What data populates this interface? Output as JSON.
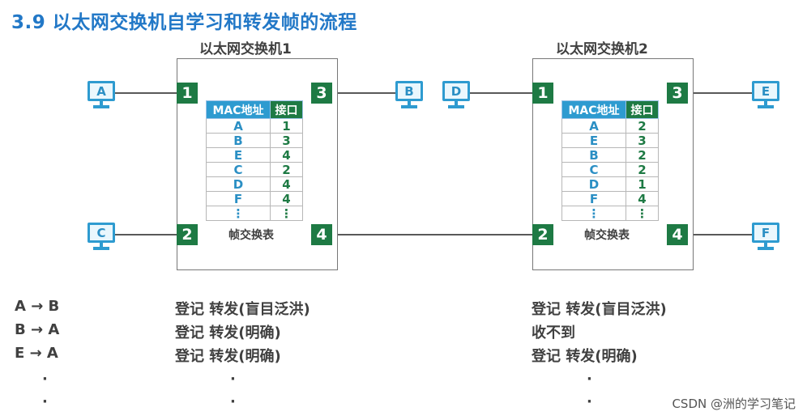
{
  "title": "3.9 以太网交换机自学习和转发帧的流程",
  "switches": [
    {
      "name": "以太网交换机1",
      "ports": [
        "1",
        "2",
        "3",
        "4"
      ],
      "table_headers": [
        "MAC地址",
        "接口"
      ],
      "table_rows": [
        [
          "A",
          "1"
        ],
        [
          "B",
          "3"
        ],
        [
          "E",
          "4"
        ],
        [
          "C",
          "2"
        ],
        [
          "D",
          "4"
        ],
        [
          "F",
          "4"
        ],
        [
          "⋮",
          "⋮"
        ]
      ],
      "caption": "帧交换表"
    },
    {
      "name": "以太网交换机2",
      "ports": [
        "1",
        "2",
        "3",
        "4"
      ],
      "table_headers": [
        "MAC地址",
        "接口"
      ],
      "table_rows": [
        [
          "A",
          "2"
        ],
        [
          "E",
          "3"
        ],
        [
          "B",
          "2"
        ],
        [
          "C",
          "2"
        ],
        [
          "D",
          "1"
        ],
        [
          "F",
          "4"
        ],
        [
          "⋮",
          "⋮"
        ]
      ],
      "caption": "帧交换表"
    }
  ],
  "hosts": [
    "A",
    "C",
    "B",
    "D",
    "E",
    "F"
  ],
  "flows": [
    {
      "label": "A → B",
      "sw1": "登记  转发(盲目泛洪)",
      "sw2": "登记  转发(盲目泛洪)"
    },
    {
      "label": "B → A",
      "sw1": "登记  转发(明确)",
      "sw2": "收不到"
    },
    {
      "label": "E → A",
      "sw1": "登记  转发(明确)",
      "sw2": "登记  转发(明确)"
    }
  ],
  "dots": [
    "·",
    "·"
  ],
  "watermark": "CSDN @洲的学习笔记",
  "colors": {
    "title": "#2278c7",
    "port": "#1e7a44",
    "host": "#2e9bd0",
    "mac_header": "#2e9bd0",
    "port_header": "#1e7a44"
  }
}
